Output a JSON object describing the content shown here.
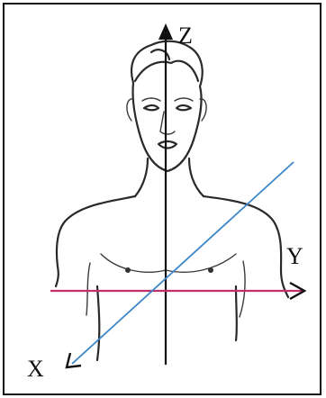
{
  "axes": {
    "z": {
      "label": "Z",
      "color": "#111111"
    },
    "y": {
      "label": "Y",
      "color": "#c0306a"
    },
    "x": {
      "label": "X",
      "color": "#3a86c8"
    }
  },
  "icons": [
    "human-torso-sketch",
    "arrow-head"
  ]
}
